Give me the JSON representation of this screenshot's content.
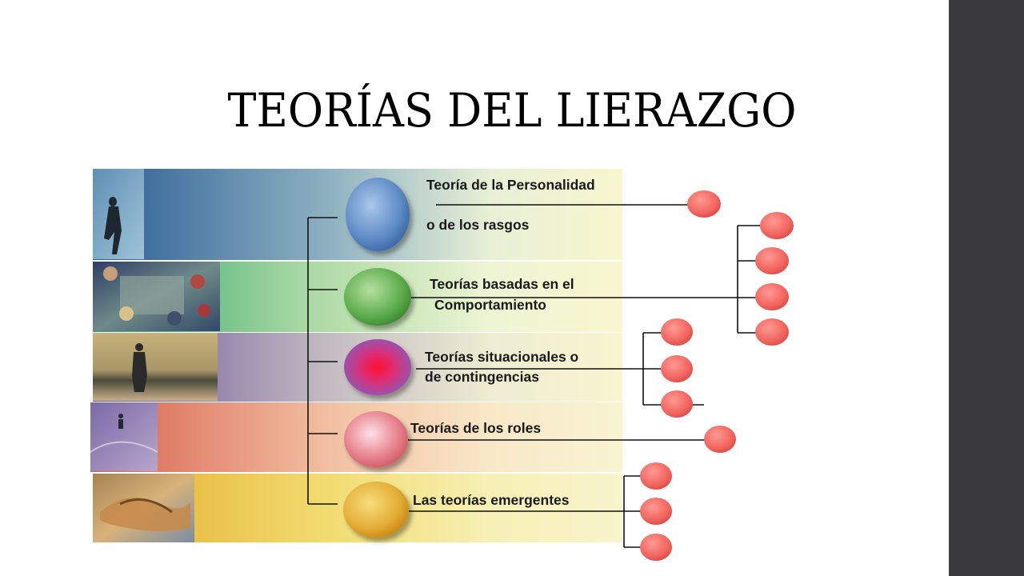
{
  "slide": {
    "title": "TEORÍAS DEL LIERAZGO"
  },
  "diagram": {
    "theories": [
      {
        "lines": [
          "Teoría de la Personalidad",
          "o de los rasgos"
        ],
        "branch_count": 1
      },
      {
        "lines": [
          "Teorías basadas en el",
          "Comportamiento"
        ],
        "branch_count": 4
      },
      {
        "lines": [
          "Teorías situacionales o",
          "de contingencias"
        ],
        "branch_count": 3
      },
      {
        "lines": [
          "Teorías de los roles"
        ],
        "branch_count": 1
      },
      {
        "lines": [
          "Las teorías emergentes"
        ],
        "branch_count": 3
      }
    ]
  },
  "colors": {
    "side_bar": "#3a3a3c",
    "branch_node": "#f2645e",
    "sphere_blue": "#6f9bd1",
    "sphere_green": "#67b25a",
    "sphere_magenta": "#e0194b",
    "sphere_pink": "#e8848f",
    "sphere_gold": "#e8b23a"
  }
}
